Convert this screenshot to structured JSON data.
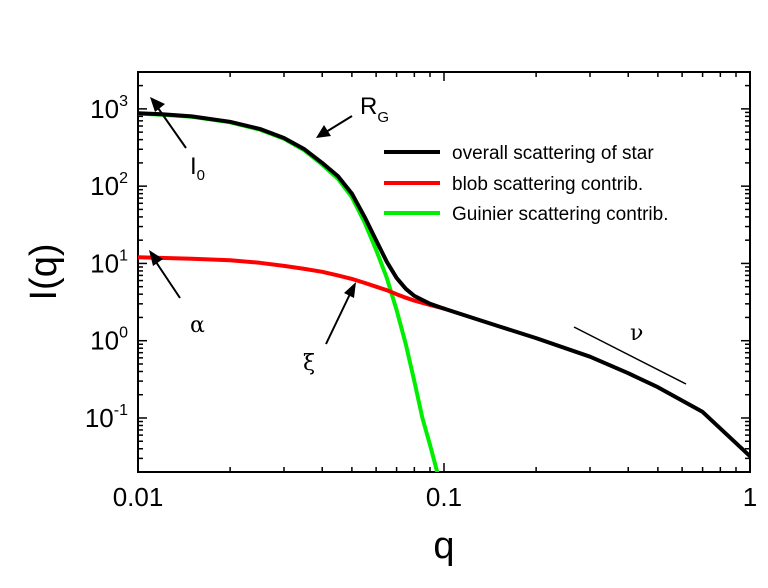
{
  "chart_data": {
    "type": "line",
    "xlabel": "q",
    "ylabel": "I(q)",
    "xscale": "log",
    "yscale": "log",
    "xlim": [
      0.01,
      1
    ],
    "ylim": [
      0.02,
      3000
    ],
    "xticks": [
      {
        "value": 0.01,
        "label": "0.01"
      },
      {
        "value": 0.1,
        "label": "0.1"
      },
      {
        "value": 1,
        "label": "1"
      }
    ],
    "yticks": [
      {
        "value": 0.1,
        "base": "10",
        "exp": "-1"
      },
      {
        "value": 1,
        "base": "10",
        "exp": "0"
      },
      {
        "value": 10,
        "base": "10",
        "exp": "1"
      },
      {
        "value": 100,
        "base": "10",
        "exp": "2"
      },
      {
        "value": 1000,
        "base": "10",
        "exp": "3"
      }
    ],
    "legend_position": "right",
    "series": [
      {
        "name": "overall scattering of star",
        "color": "#000000",
        "x": [
          0.01,
          0.012,
          0.015,
          0.02,
          0.025,
          0.03,
          0.035,
          0.04,
          0.045,
          0.05,
          0.055,
          0.06,
          0.065,
          0.07,
          0.075,
          0.08,
          0.09,
          0.1,
          0.15,
          0.2,
          0.3,
          0.4,
          0.5,
          0.7,
          1.0
        ],
        "y": [
          880,
          850,
          800,
          680,
          550,
          420,
          300,
          200,
          135,
          80,
          40,
          20,
          10.5,
          6.5,
          4.7,
          3.8,
          3.0,
          2.6,
          1.55,
          1.08,
          0.62,
          0.38,
          0.25,
          0.12,
          0.032
        ]
      },
      {
        "name": "blob scattering contrib.",
        "color": "#ff0000",
        "x": [
          0.01,
          0.015,
          0.02,
          0.025,
          0.03,
          0.035,
          0.04,
          0.045,
          0.05,
          0.055,
          0.06,
          0.065,
          0.07,
          0.075,
          0.08,
          0.09,
          0.1
        ],
        "y": [
          12,
          11.5,
          11,
          10.2,
          9.3,
          8.5,
          7.8,
          7.0,
          6.3,
          5.6,
          5.0,
          4.5,
          4.0,
          3.6,
          3.3,
          2.9,
          2.6
        ]
      },
      {
        "name": "Guinier scattering contrib.",
        "color": "#00ee00",
        "x": [
          0.01,
          0.012,
          0.015,
          0.02,
          0.025,
          0.03,
          0.035,
          0.04,
          0.045,
          0.05,
          0.055,
          0.06,
          0.065,
          0.07,
          0.075,
          0.08,
          0.085,
          0.09,
          0.095
        ],
        "y": [
          870,
          840,
          790,
          670,
          540,
          410,
          290,
          190,
          125,
          72,
          34,
          15,
          6.5,
          2.5,
          0.9,
          0.3,
          0.1,
          0.045,
          0.02
        ]
      }
    ],
    "annotations": [
      {
        "id": "I0",
        "text": "I",
        "sub": "0"
      },
      {
        "id": "RG",
        "text": "R",
        "sub": "G"
      },
      {
        "id": "alpha",
        "text": "α"
      },
      {
        "id": "xi",
        "text": "ξ"
      },
      {
        "id": "nu",
        "text": "ν"
      }
    ]
  }
}
